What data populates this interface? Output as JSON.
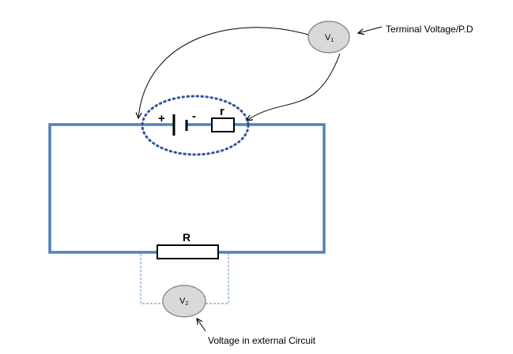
{
  "labels": {
    "plus": "+",
    "minus": "-",
    "internal_resistance": "r",
    "external_resistor": "R",
    "voltmeter1_symbol": "V",
    "voltmeter1_sub": "1",
    "voltmeter2_symbol": "V",
    "voltmeter2_sub": "2",
    "terminal_voltage": "Terminal Voltage/P.D",
    "external_voltage": "Voltage in external Circuit"
  },
  "colors": {
    "wire": "#4f81bd",
    "meter_fill": "#d9d9d9",
    "meter_stroke": "#7f7f7f",
    "dotted_ellipse": "#2f5597",
    "dashed_leads": "#4f81bd",
    "ink": "#000000"
  }
}
